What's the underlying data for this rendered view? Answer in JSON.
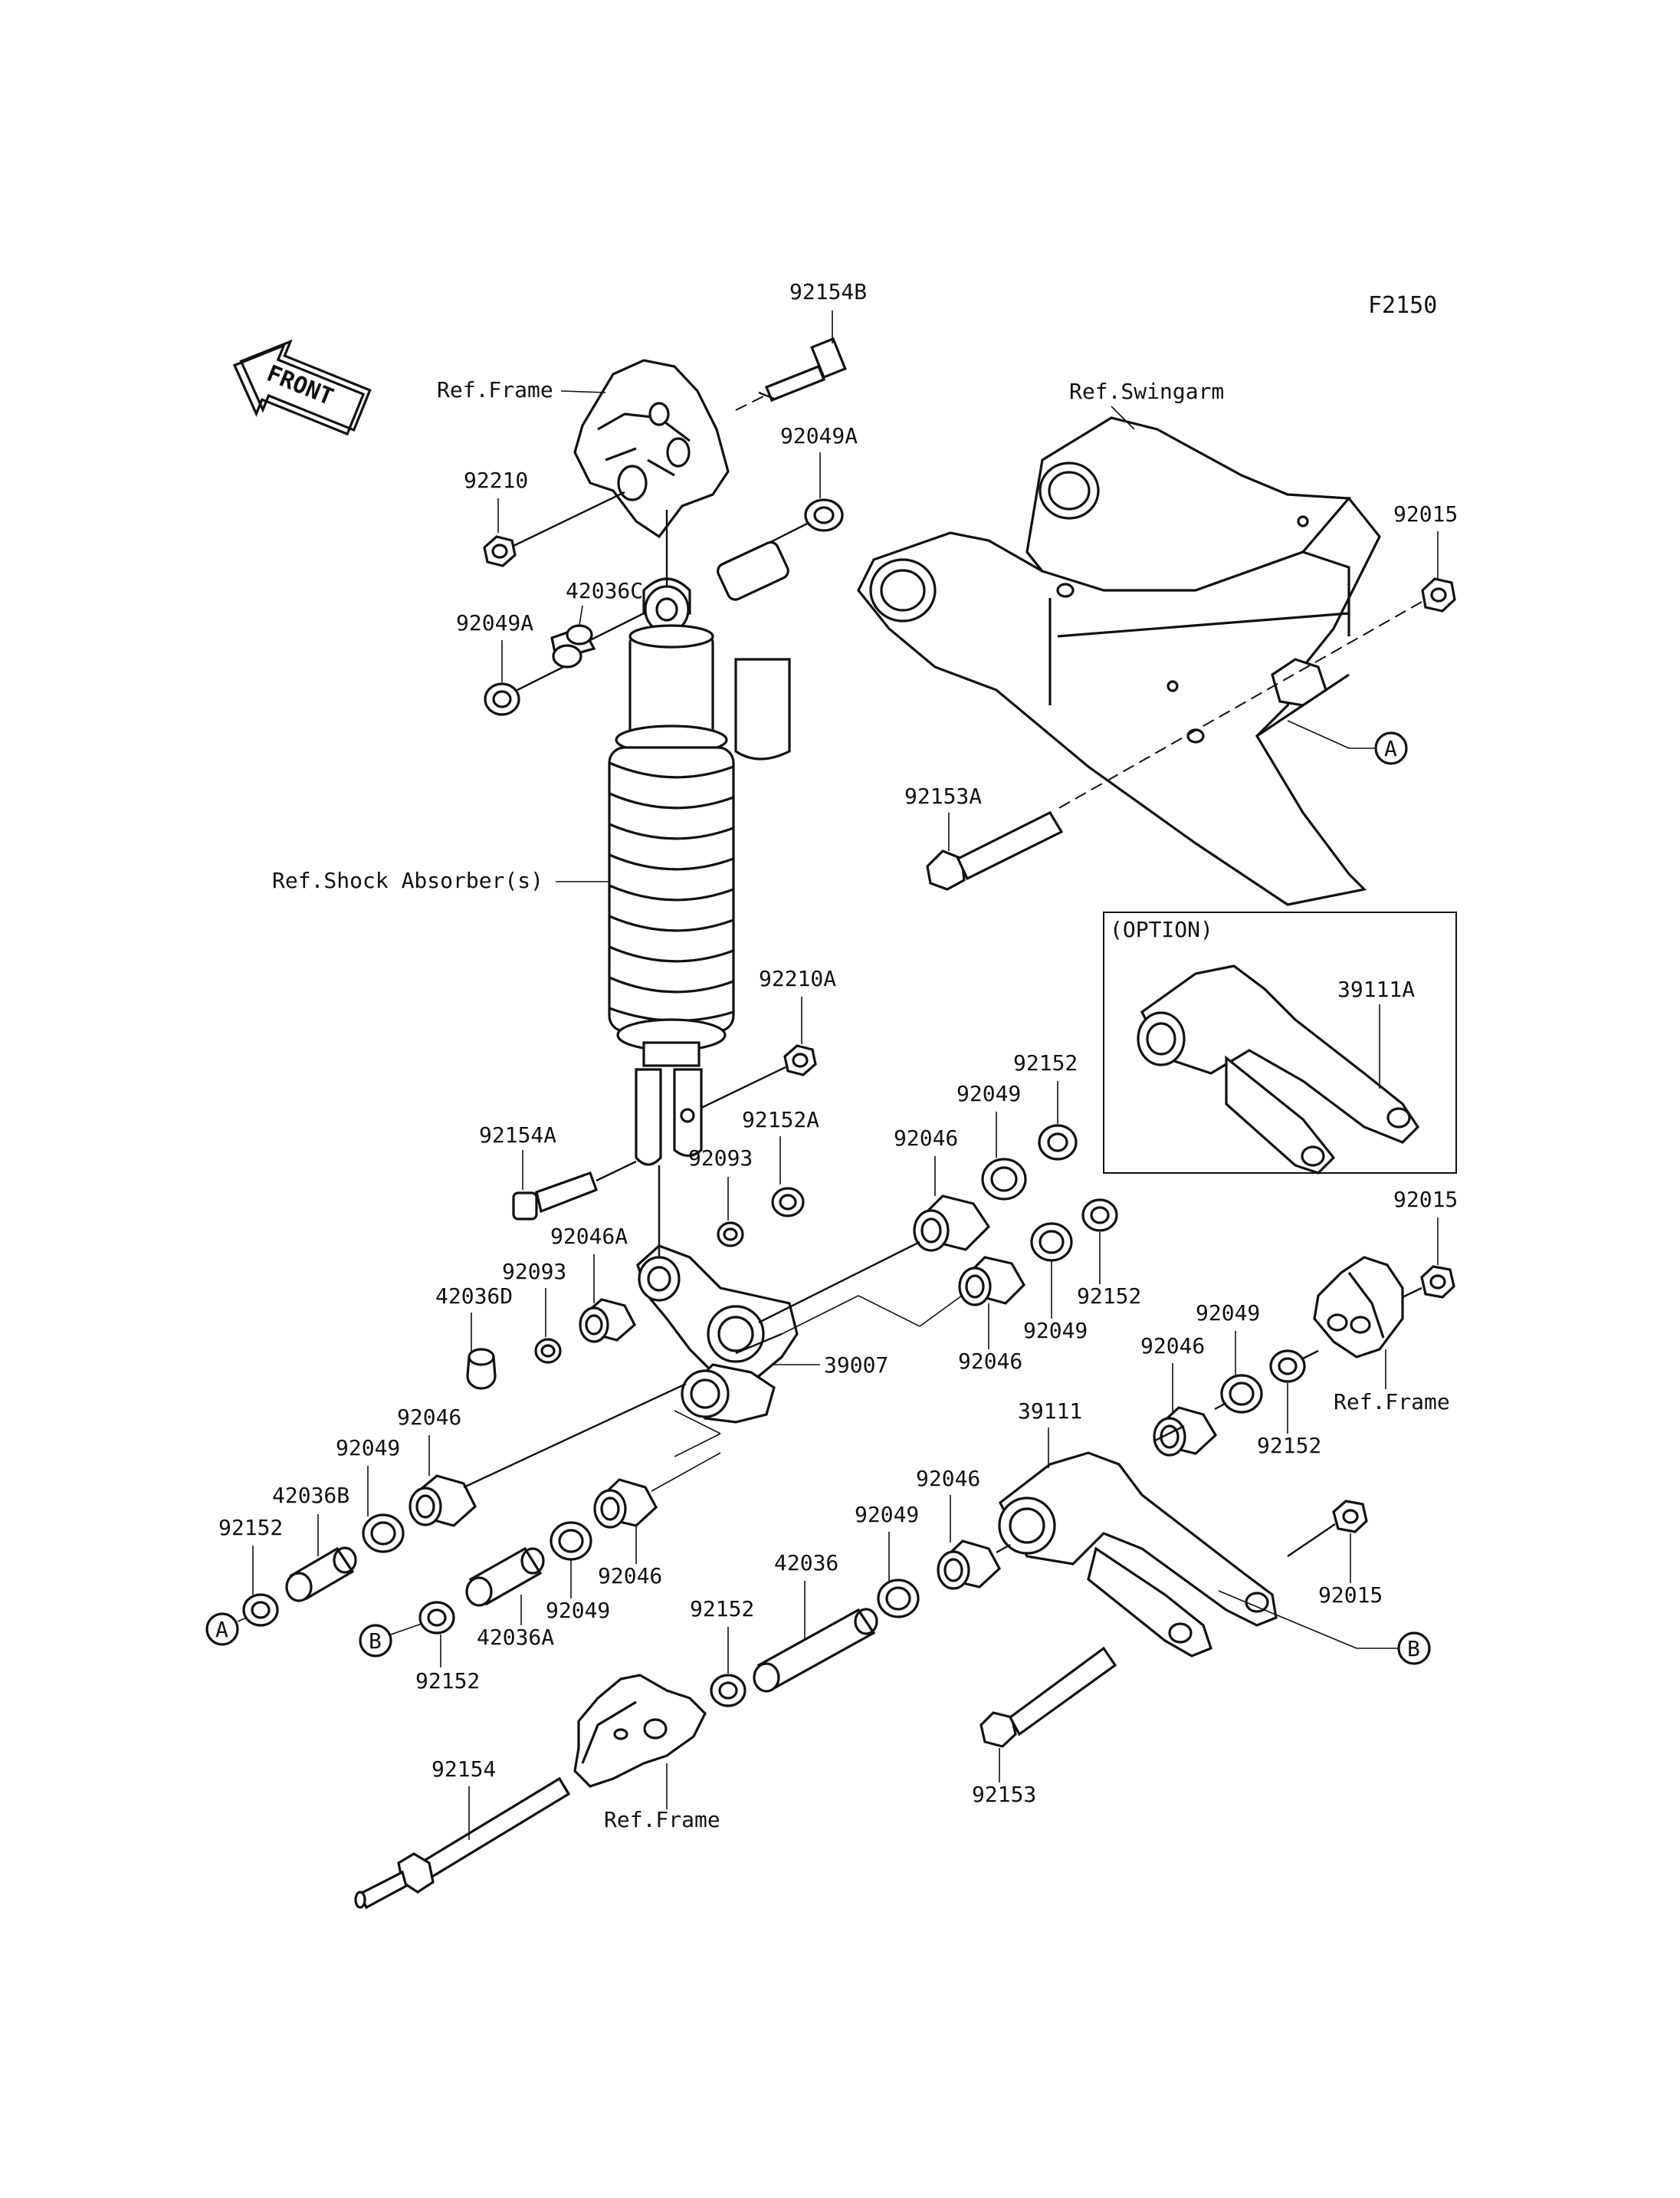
{
  "diagram_code": "F2150",
  "front_label": "FRONT",
  "option_box": {
    "title": "(OPTION)",
    "part": "39111A"
  },
  "refs": {
    "frame_top": "Ref.Frame",
    "swingarm": "Ref.Swingarm",
    "shock": "Ref.Shock Absorber(s)",
    "frame_right": "Ref.Frame",
    "frame_bottom": "Ref.Frame"
  },
  "callouts": {
    "a": "A",
    "b": "B"
  },
  "parts": {
    "p92154B": "92154B",
    "p92210": "92210",
    "p92049A_top": "92049A",
    "p42036C": "42036C",
    "p92049A_left": "92049A",
    "p92015_top": "92015",
    "p92153A": "92153A",
    "p92210A": "92210A",
    "p92152_top": "92152",
    "p92049_top": "92049",
    "p92154A": "92154A",
    "p92152A": "92152A",
    "p92093_top": "92093",
    "p92046_top": "92046",
    "p92046A": "92046A",
    "p92093_left": "92093",
    "p42036D": "42036D",
    "p92152_mid": "92152",
    "p92049_mid": "92049",
    "p92015_right": "92015",
    "p39007": "39007",
    "p92046_mid": "92046",
    "p92049_right": "92049",
    "p92046_right": "92046",
    "p92152_right": "92152",
    "p92046_left": "92046",
    "p39111": "39111",
    "p92049_left": "92049",
    "p42036B": "42036B",
    "p92152_left": "92152",
    "p92046_lower": "92046",
    "p92049_lower": "92049",
    "p42036": "42036",
    "p92046_b": "92046",
    "p92015_bottom": "92015",
    "p92049_b": "92049",
    "p42036A": "42036A",
    "p92152_b": "92152",
    "p92152_c": "92152",
    "p92154": "92154",
    "p92153": "92153"
  }
}
